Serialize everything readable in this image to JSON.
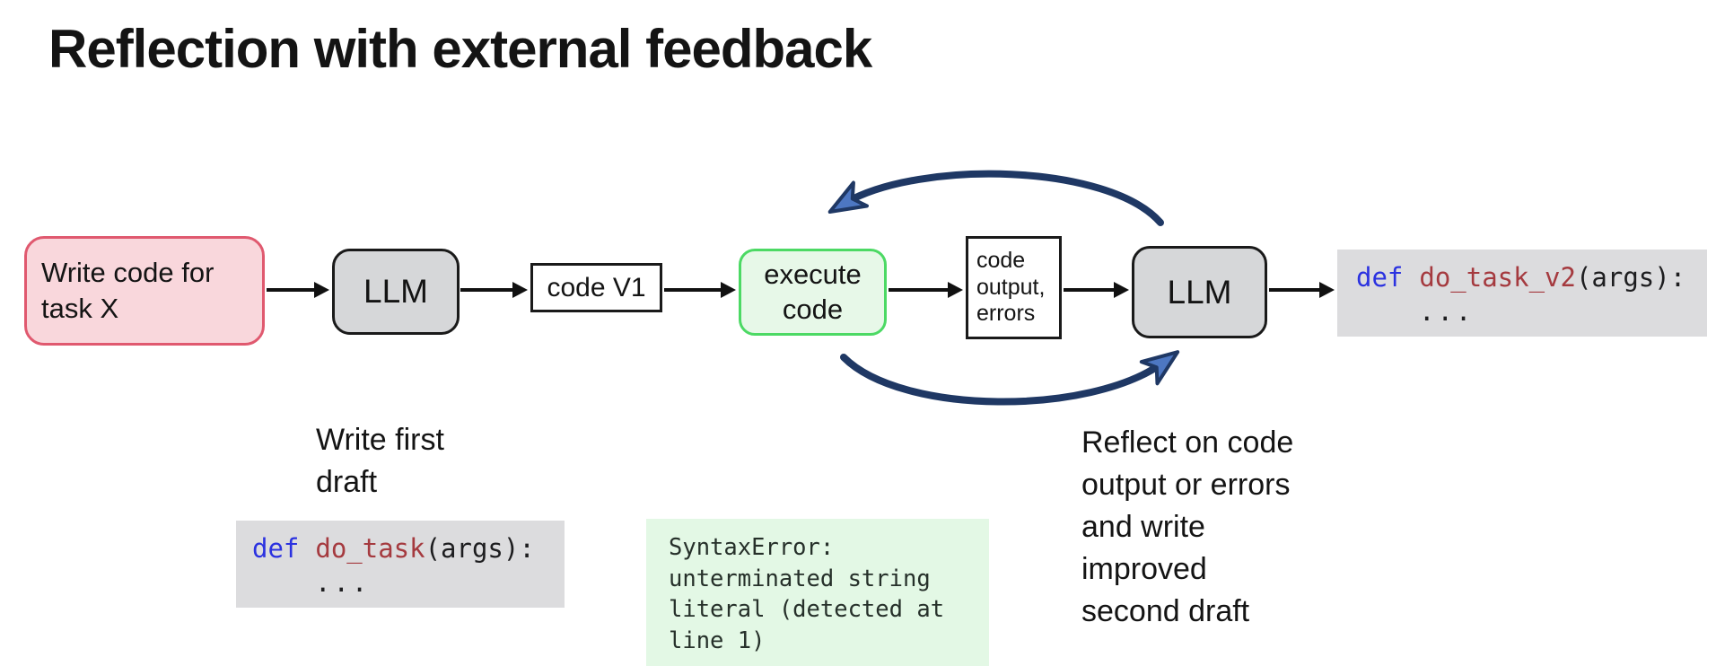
{
  "title": "Reflection with external feedback",
  "flow": {
    "task_box": "Write code for\ntask X",
    "llm1": "LLM",
    "code_v1": "code V1",
    "execute": "execute\ncode",
    "output": "code\noutput,\nerrors",
    "llm2": "LLM"
  },
  "annotations": {
    "first_draft": "Write first\ndraft",
    "reflect": "Reflect on code\noutput or errors\nand write\nimproved\nsecond draft"
  },
  "code_blocks": {
    "draft1": {
      "keyword": "def",
      "name": "do_task",
      "rest": "(args):",
      "body": "..."
    },
    "draft2": {
      "keyword": "def",
      "name": "do_task_v2",
      "rest": "(args):",
      "body": "..."
    },
    "error": "SyntaxError:\nunterminated string\nliteral (detected at\nline 1)"
  },
  "colors": {
    "task_box_bg": "#f9d7dc",
    "task_box_border": "#e0596f",
    "llm_box_bg": "#d6d7d9",
    "box_border": "#1a1a1a",
    "execute_box_bg": "#e7f8e8",
    "execute_box_border": "#4cd964",
    "code_block_bg": "#dcdcde",
    "error_block_bg": "#e3f8e5",
    "keyword_color": "#2b32e0",
    "function_name_color": "#a53a3f",
    "loop_arrow_stroke": "#1f3864",
    "loop_arrow_head_fill": "#4d77c2",
    "straight_arrow_color": "#111111"
  }
}
